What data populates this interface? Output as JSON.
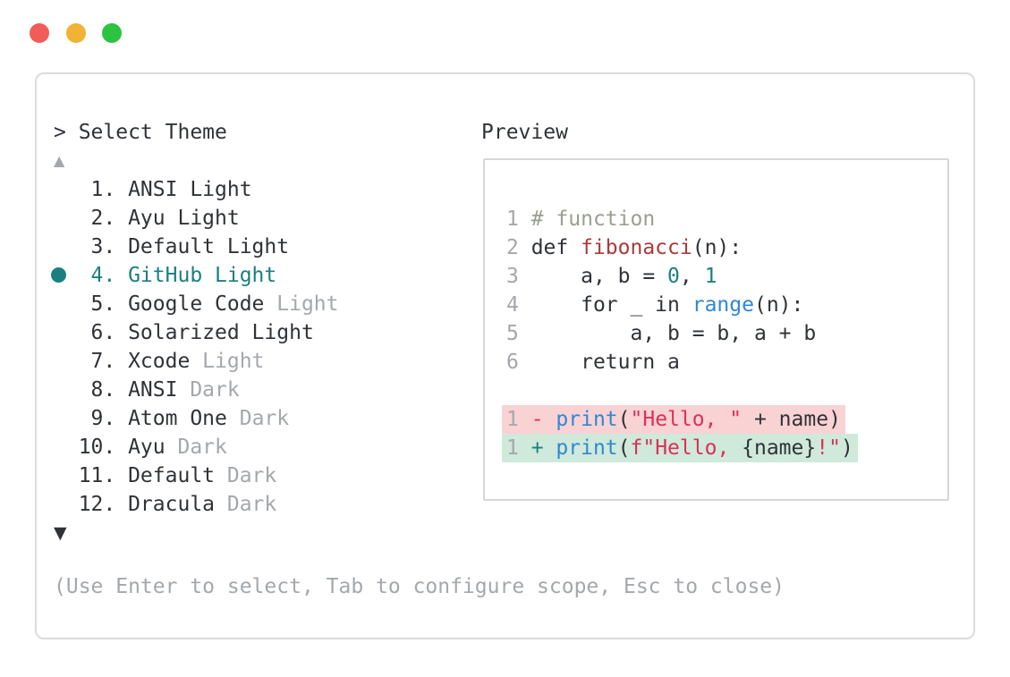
{
  "window": {
    "controls": [
      {
        "name": "close",
        "color": "#f15d56"
      },
      {
        "name": "minimize",
        "color": "#f2b233"
      },
      {
        "name": "zoom",
        "color": "#2bc341"
      }
    ]
  },
  "selector": {
    "title": "> Select Theme",
    "scroll_up_glyph": "▲",
    "scroll_down_glyph": "▼",
    "selected_number": "4",
    "items": [
      {
        "number": "1",
        "name": "ANSI Light",
        "variant": "",
        "selected": false
      },
      {
        "number": "2",
        "name": "Ayu Light",
        "variant": "",
        "selected": false
      },
      {
        "number": "3",
        "name": "Default Light",
        "variant": "",
        "selected": false
      },
      {
        "number": "4",
        "name": "GitHub Light",
        "variant": "",
        "selected": true
      },
      {
        "number": "5",
        "name": "Google Code",
        "variant": "Light",
        "selected": false
      },
      {
        "number": "6",
        "name": "Solarized Light",
        "variant": "",
        "selected": false
      },
      {
        "number": "7",
        "name": "Xcode",
        "variant": "Light",
        "selected": false
      },
      {
        "number": "8",
        "name": "ANSI",
        "variant": "Dark",
        "selected": false
      },
      {
        "number": "9",
        "name": "Atom One",
        "variant": "Dark",
        "selected": false
      },
      {
        "number": "10",
        "name": "Ayu",
        "variant": "Dark",
        "selected": false
      },
      {
        "number": "11",
        "name": "Default",
        "variant": "Dark",
        "selected": false
      },
      {
        "number": "12",
        "name": "Dracula",
        "variant": "Dark",
        "selected": false
      }
    ],
    "hint": "(Use Enter to select, Tab to configure scope, Esc to close)"
  },
  "preview": {
    "label": "Preview",
    "lines": [
      {
        "num": "1",
        "tokens": [
          {
            "t": "# function",
            "c": "comment"
          }
        ]
      },
      {
        "num": "2",
        "tokens": [
          {
            "t": "def ",
            "c": "fg"
          },
          {
            "t": "fibonacci",
            "c": "func"
          },
          {
            "t": "(n):",
            "c": "fg"
          }
        ]
      },
      {
        "num": "3",
        "tokens": [
          {
            "t": "    a, b = ",
            "c": "fg"
          },
          {
            "t": "0",
            "c": "num"
          },
          {
            "t": ", ",
            "c": "fg"
          },
          {
            "t": "1",
            "c": "num"
          }
        ]
      },
      {
        "num": "4",
        "tokens": [
          {
            "t": "    for _ in ",
            "c": "fg"
          },
          {
            "t": "range",
            "c": "blue"
          },
          {
            "t": "(n):",
            "c": "fg"
          }
        ]
      },
      {
        "num": "5",
        "tokens": [
          {
            "t": "        a, b = b, a + b",
            "c": "fg"
          }
        ]
      },
      {
        "num": "6",
        "tokens": [
          {
            "t": "    return a",
            "c": "fg"
          }
        ]
      },
      {
        "num": "",
        "tokens": []
      },
      {
        "num": "1",
        "diff": "removed",
        "tokens": [
          {
            "t": "- ",
            "c": "crimson"
          },
          {
            "t": "print",
            "c": "blue"
          },
          {
            "t": "(",
            "c": "fg"
          },
          {
            "t": "\"Hello, \"",
            "c": "crimson"
          },
          {
            "t": " + name)",
            "c": "fg"
          }
        ]
      },
      {
        "num": "1",
        "diff": "added",
        "tokens": [
          {
            "t": "+ ",
            "c": "num"
          },
          {
            "t": "print",
            "c": "blue"
          },
          {
            "t": "(",
            "c": "fg"
          },
          {
            "t": "f\"Hello, ",
            "c": "crimson"
          },
          {
            "t": "{name}",
            "c": "fg"
          },
          {
            "t": "!\"",
            "c": "crimson"
          },
          {
            "t": ")",
            "c": "fg"
          }
        ]
      }
    ]
  },
  "colors": {
    "fg": "#2f3337",
    "muted": "#a4a8ac",
    "teal": "#1a7f80",
    "func-red": "#a83a38",
    "string-crimson": "#dc3058",
    "keyword-blue": "#3087d3",
    "comment": "#9aa08f",
    "diff-removed-bg": "#f9d2d4",
    "diff-added-bg": "#cfe9da",
    "panel-border": "#dbdbdb",
    "preview-border": "#d7d7d7"
  }
}
